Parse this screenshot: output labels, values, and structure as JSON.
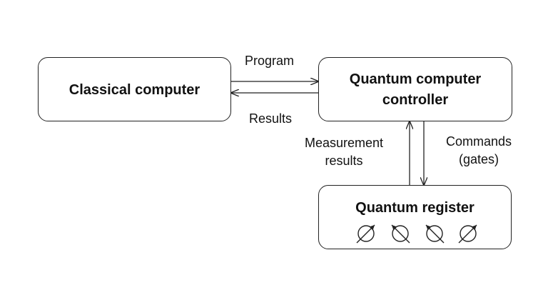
{
  "boxes": {
    "classical": "Classical computer",
    "controller_line1": "Quantum computer",
    "controller_line2": "controller",
    "register": "Quantum register"
  },
  "arrows": {
    "program": "Program",
    "results": "Results",
    "measurement_line1": "Measurement",
    "measurement_line2": "results",
    "commands_line1": "Commands",
    "commands_line2": "(gates)"
  },
  "qubits": [
    {
      "icon": "qubit-icon",
      "arrow": "up-right"
    },
    {
      "icon": "qubit-icon",
      "arrow": "up-left"
    },
    {
      "icon": "qubit-icon",
      "arrow": "up-left"
    },
    {
      "icon": "qubit-icon",
      "arrow": "up-right"
    }
  ],
  "colors": {
    "stroke": "#222222",
    "text": "#111111",
    "background": "#ffffff"
  }
}
